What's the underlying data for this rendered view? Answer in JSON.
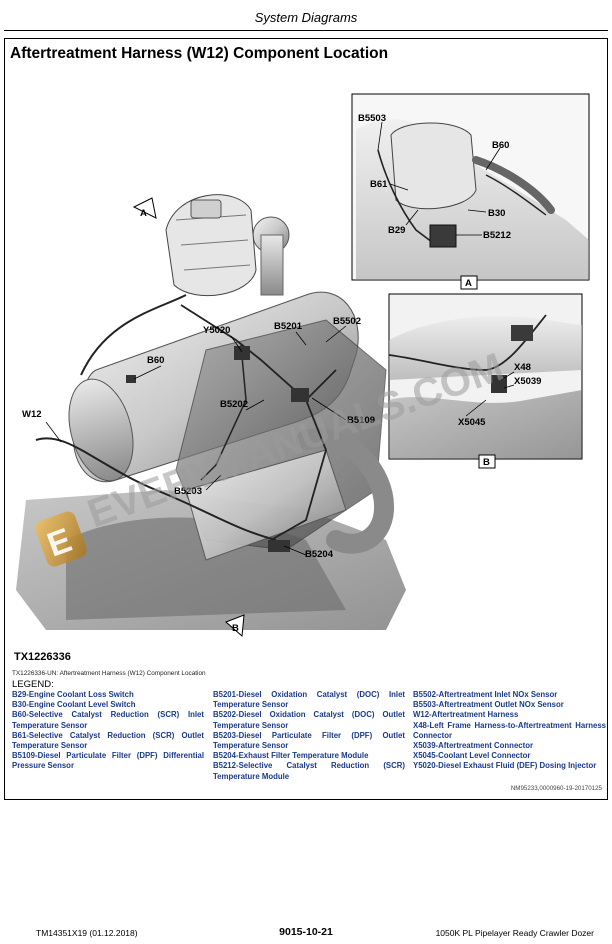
{
  "page": {
    "section_header": "System Diagrams",
    "title": "Aftertreatment Harness (W12) Component Location"
  },
  "diagram": {
    "figure_id": "TX1226336",
    "callouts": {
      "A_main": "A",
      "B_main": "B",
      "y5020": "Y5020",
      "b5201": "B5201",
      "b5502": "B5502",
      "b60_main": "B60",
      "w12": "W12",
      "b5202": "B5202",
      "b5109": "B5109",
      "b5203": "B5203",
      "b5204": "B5204",
      "b5503": "B5503",
      "b60_inset": "B60",
      "b61": "B61",
      "b30": "B30",
      "b29": "B29",
      "b5212": "B5212",
      "inset_a_tag": "A",
      "x48": "X48",
      "x5039": "X5039",
      "x5045": "X5045",
      "inset_b_tag": "B"
    },
    "watermark": "EVERYMANUALS.COM",
    "watermark_logo": "E"
  },
  "caption": "TX1226336-UN: Aftertreatment Harness (W12) Component Location",
  "legend": {
    "title": "LEGEND:",
    "col1": [
      "B29-Engine Coolant Loss Switch",
      "B30-Engine Coolant Level Switch",
      "B60-Selective Catalyst Reduction (SCR) Inlet Temperature Sensor",
      "B61-Selective Catalyst Reduction (SCR) Outlet Temperature Sensor",
      "B5109-Diesel Particulate Filter (DPF) Differential Pressure Sensor"
    ],
    "col2": [
      "B5201-Diesel Oxidation Catalyst (DOC) Inlet Temperature Sensor",
      "B5202-Diesel Oxidation Catalyst (DOC) Outlet Temperature Sensor",
      "B5203-Diesel Particulate Filter (DPF) Outlet Temperature Sensor",
      "B5204-Exhaust Filter Temperature Module",
      "B5212-Selective Catalyst Reduction (SCR) Temperature Module"
    ],
    "col3": [
      "B5502-Aftertreatment Inlet NOx Sensor",
      "B5503-Aftertreatment Outlet NOx Sensor",
      "W12-Aftertreatment Harness",
      "X48-Left Frame Harness-to-Aftertreatment Harness Connector",
      "X5039-Aftertreatment Connector",
      "X5045-Coolant Level Connector",
      "Y5020-Diesel Exhaust Fluid (DEF) Dosing Injector"
    ]
  },
  "nm_reference": "NM95233,0000960-19-20170125",
  "footer": {
    "left": "TM14351X19 (01.12.2018)",
    "center": "9015-10-21",
    "right": "1050K PL Pipelayer Ready Crawler Dozer"
  },
  "colors": {
    "legend_text": "#1a3a8a",
    "watermark_text": "#9a9a9a",
    "logo": "#c8962e"
  }
}
